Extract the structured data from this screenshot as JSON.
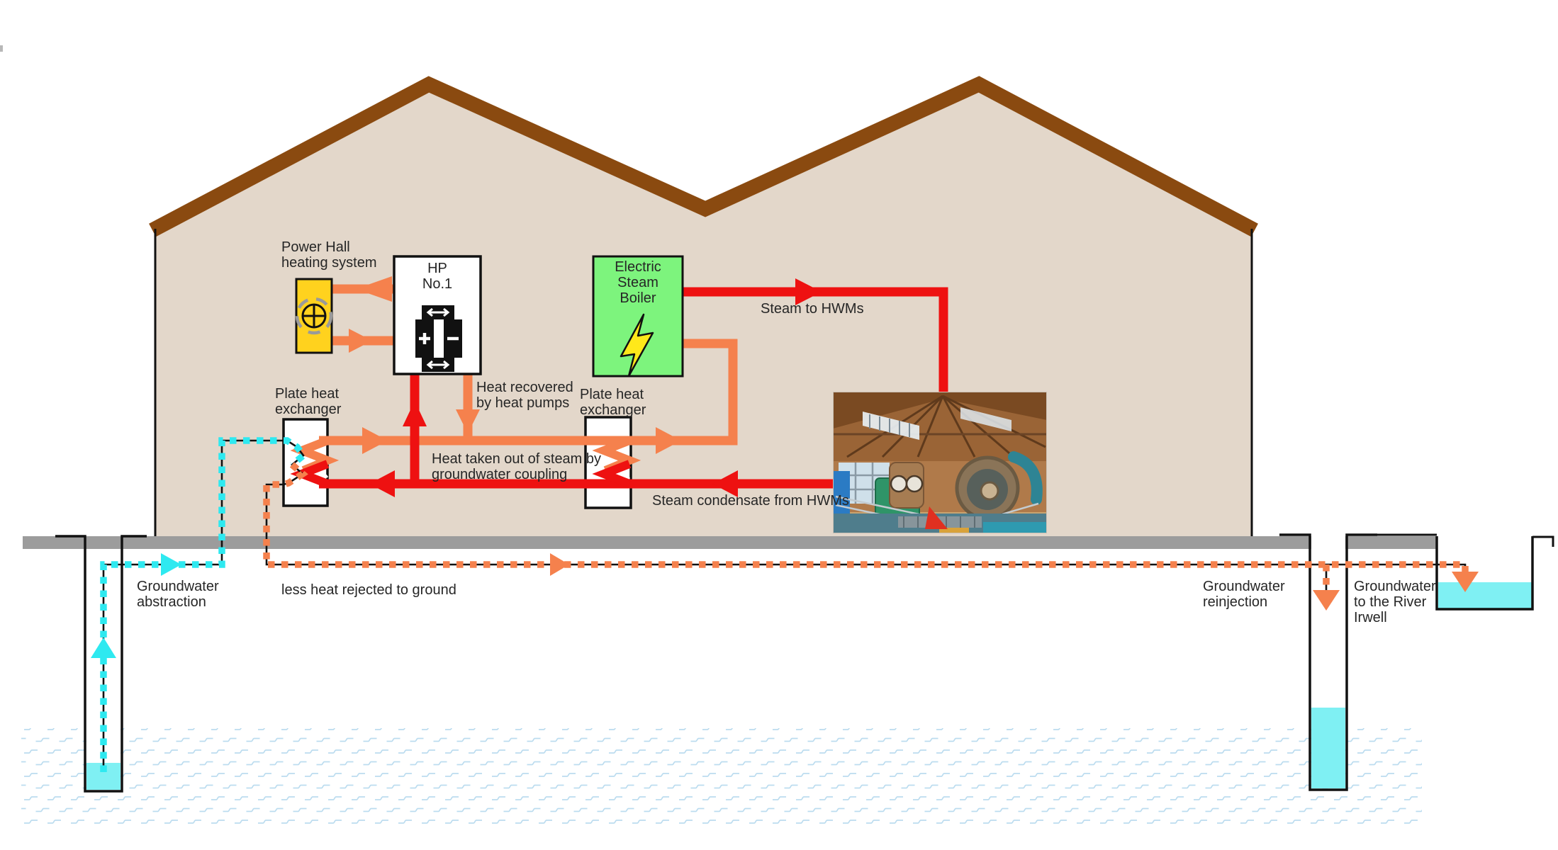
{
  "labels": {
    "power_hall_heating_system": {
      "line1": "Power Hall",
      "line2": "heating system"
    },
    "hp_no1": {
      "line1": "HP",
      "line2": "No.1"
    },
    "electric_steam_boiler": {
      "line1": "Electric",
      "line2": "Steam",
      "line3": "Boiler"
    },
    "steam_to_hwms": "Steam to HWMs",
    "heat_recovered": {
      "line1": "Heat recovered",
      "line2": "by heat pumps"
    },
    "plate_heat_exchanger_left": {
      "line1": "Plate heat",
      "line2": "exchanger"
    },
    "plate_heat_exchanger_right": {
      "line1": "Plate heat",
      "line2": "exchanger"
    },
    "heat_taken": {
      "line1": "Heat taken out of steam by",
      "line2": "groundwater coupling"
    },
    "steam_condensate": "Steam condensate from HWMs",
    "groundwater_abstraction": {
      "line1": "Groundwater",
      "line2": "abstraction"
    },
    "less_heat_rejected": "less heat rejected to ground",
    "groundwater_reinjection": {
      "line1": "Groundwater",
      "line2": "reinjection"
    },
    "groundwater_river": {
      "line1": "Groundwater",
      "line2": "to the River",
      "line3": "Irwell"
    }
  },
  "colors": {
    "pipe_orange": "#F5814D",
    "pipe_red": "#EE1111",
    "groundwater_cyan": "#2EE9F0",
    "water_fill": "#7FF0F3",
    "radiator_yellow": "#FFD21E",
    "boiler_green": "#7DF47D",
    "lightning_yellow": "#FFE81A",
    "roof_brown": "#8A4A10",
    "building_tan": "#E3D7CA",
    "ground_gray": "#9C9C9C",
    "aquifer_hatch": "#BBDCEF",
    "text": "#262626"
  }
}
